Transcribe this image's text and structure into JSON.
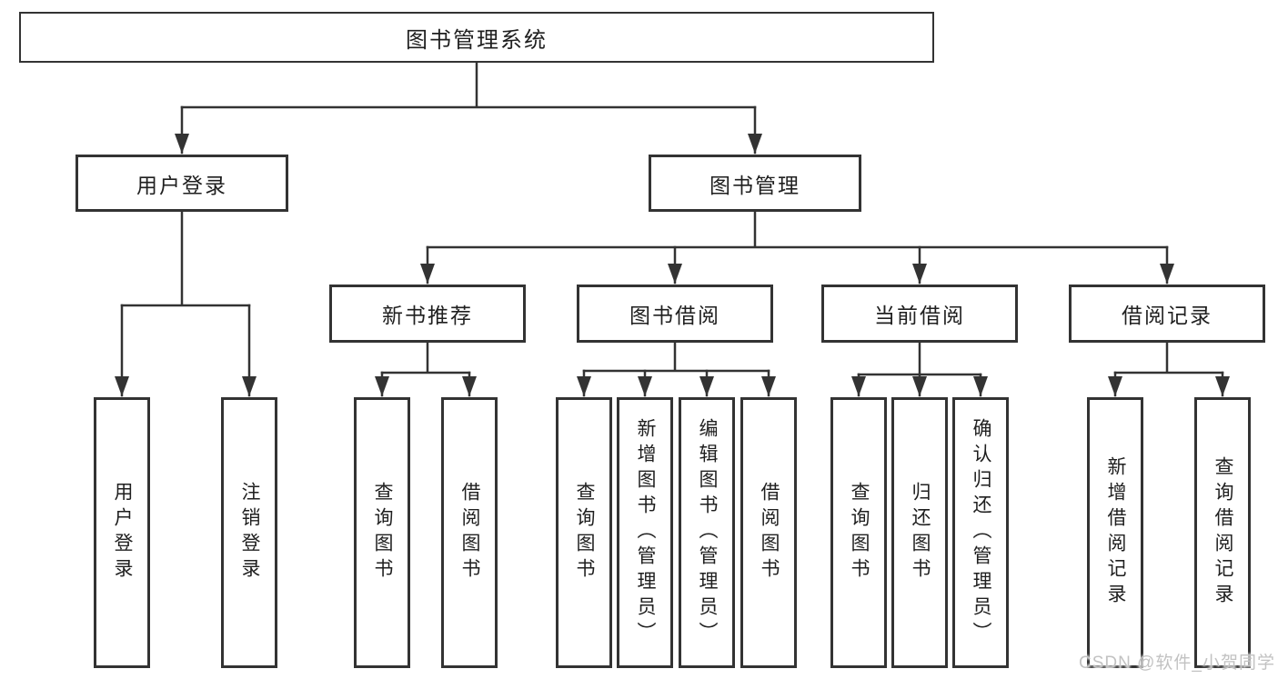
{
  "colors": {
    "line": "#333333",
    "border": "#333333",
    "text": "#1f1f1f",
    "watermark": "#c2c2c2",
    "background": "#ffffff"
  },
  "diagram": {
    "root": {
      "label": "图书管理系统"
    },
    "level1": [
      {
        "label": "用户登录"
      },
      {
        "label": "图书管理"
      }
    ],
    "level2": [
      {
        "label": "新书推荐"
      },
      {
        "label": "图书借阅"
      },
      {
        "label": "当前借阅"
      },
      {
        "label": "借阅记录"
      }
    ],
    "leaves": {
      "user_login": [
        {
          "label": "用户登录"
        },
        {
          "label": "注销登录"
        }
      ],
      "new_book_recommend": [
        {
          "label": "查询图书"
        },
        {
          "label": "借阅图书"
        }
      ],
      "book_borrow": [
        {
          "label": "查询图书"
        },
        {
          "label": "新增图书（管理员）"
        },
        {
          "label": "编辑图书（管理员）"
        },
        {
          "label": "借阅图书"
        }
      ],
      "current_borrow": [
        {
          "label": "查询图书"
        },
        {
          "label": "归还图书"
        },
        {
          "label": "确认归还（管理员）"
        }
      ],
      "borrow_records": [
        {
          "label": "新增借阅记录"
        },
        {
          "label": "查询借阅记录"
        }
      ]
    }
  },
  "watermark": {
    "text": "CSDN @软件_小贺同学"
  }
}
